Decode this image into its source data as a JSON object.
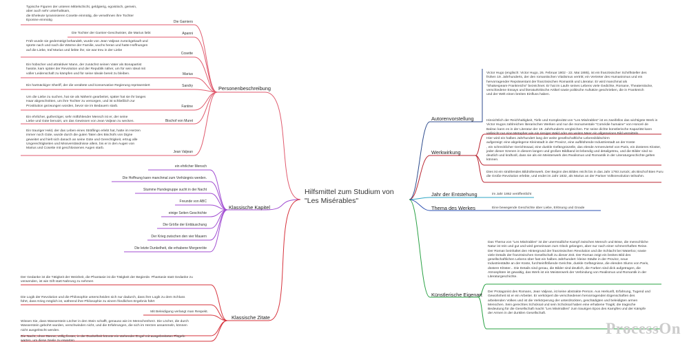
{
  "center": {
    "title_line1": "Hilfsmittel zum Studium von",
    "title_line2": "\"Les Misérables\""
  },
  "colors": {
    "personen": "#e05a6d",
    "kapitel": "#a04bd1",
    "zitate": "#d6303a",
    "autor": "#2c4a8c",
    "wirkung": "#b8232f",
    "jahr": "#2ea6c4",
    "thema": "#2a4fb0",
    "kunst": "#27a042"
  },
  "personen": {
    "label": "Personenbeschreibung",
    "items": [
      {
        "text": "Typische Figuren der unteren Mittelschicht, geldgierig, egoistisch, gemein,\naber auch sehr unterhaltsam,\ndie Eheleute tyrannisieren Cosette einmütig, die verwöhnen ihre Tochter\nEponine einmütig",
        "name": "Die Garniers"
      },
      {
        "text": "Die Tochter der Garnier-Geschwister, die Marius liebt",
        "name": "Apanni"
      },
      {
        "text": "Früh wurde sie gedemütigt behandelt, wurde von Jean Valjean zurückgekauft und\nspürte nach und nach die Wärme der Familie, wuchs heran und hatte Hoffnungen\nauf die Liebe, traf Marius und liebte ihn; sie war treu in der Liebe",
        "name": "Cosette"
      },
      {
        "text": "Ein hübscher und attraktiver Mann, der zunächst seinen Vater als Bonapartist\nhasste, kam später der Revolution und der Republik näher, um für sein Ideal mit\nvoller Leidenschaft zu kämpfen und für seine Ideale bereit zu bleiben.",
        "name": "Marius"
      },
      {
        "text": "Ein hartnäckiger Sheriff, der die veraltete und konservative Regierung repräsentiert",
        "name": "Sandry"
      },
      {
        "text": "Um die Liebe zu suchen, hat sie als Näherin gearbeitet, später hat sie ihr langes\nHaar abgeschnitten, um ihre Tochter zu versorgen, und ist schließlich zur\nProstitution gezwungen worden, bevor sie im Bedauern starb.",
        "name": "Fantine"
      },
      {
        "text": "Ein ehrlicher, gutherziger, sehr mitfühlender Mensch ist er, der seine\nLiebe und Güte benutzt, um das Gewissen von Jean Valjean zu wecken.",
        "name": "Bischof von Muret"
      },
      {
        "text": "Ein trauriger Held, der das Leben eines Sträflings erlebt hat, hatte im Herzen\nimmer noch Güte, wurde durch die guten Taten des Bischofs von Digne\ngeweitet und hielt sich danach an seine Güte und Gerechtigkeit, ertrug alle\nUngerechtigkeiten und Missverständnisse allein, bis er in den Augen von\nMarius und Cosette mit geschlossenen Augen starb.",
        "name": "Jean Valjean"
      }
    ]
  },
  "kapitel": {
    "label": "Klassische Kapitel",
    "items": [
      "ein ehrlicher Mensch",
      "Die Hoffnung kann manchmal zum Verhängnis werden.",
      "Stumme Hundegruppe sucht in der Nacht",
      "Freunde von ABC",
      "einige Seiten Geschichte",
      "Die Größe der Enttäuschung",
      "Der Krieg zwischen den vier Mauern",
      "Die letzte Dunkelheit, die erhabene Morgenröte"
    ]
  },
  "zitate": {
    "label": "Klassische Zitate",
    "items": [
      "Der Gedanke ist die Tätigkeit der Weisheit, die Phantasie ist die Tätigkeit der Begierde. Phantasie statt Gedanke zu\nverwenden, ist wie Gift statt Nahrung zu nehmen",
      "Die Logik der Revolution und die Philosophie unterscheiden sich nur dadurch, dass ihre Logik zu dem Schluss\nführt, dass Krieg möglich ist, während ihre Philosophie zu einem friedlichen Ergebnis führt",
      "Mit Beleidigung verlangt man Respekt.",
      "Wissen Sie, dass Wasserstein Löcher in den Stein schafft, genauso wie im Menschenherz. Die Löcher, die durch\nWasserstein gebohrt wurden, verschwinden nicht, und die Erfahrungen, die sich im Herzen ansammeln, können\nnicht ausgelöscht werden.",
      "Die Nacht, ohne Sterne, völlig finster, in der Dunkelheit könnte ein stehender Engel mit ausgebreiteten Flügeln\nwarten, um diese Seele zu erwarten"
    ]
  },
  "autor": {
    "label": "Autorenvorstellung",
    "text": "Victor Hugo (englisch: Victor Hugo, 26. Februar 1802 - 22. Mai 1885), ist ein französischer Schriftsteller des\nfrühen 19. Jahrhunderts, der den romantischen Vitalismus vertritt; ein Vertreter des Humanismus und ein\nhervorragender Repräsentant der französischen Romantik und Literatur. Er wird manchmal als\n\"Shakespeare Frankreichs\" bezeichnet. Er hat im Laufe seines Lebens viele Gedichte, Romane, Theaterstücke,\nverschiedene Essays und literaturkritische Artikel sowie politische Aufsätze geschrieben, die in Frankreich\nund der Welt einen breiten Einfluss haben."
  },
  "wirkung": {
    "label": "Werkwirkung",
    "items": [
      "Hinsichtlich der Reichhaltigkeit, Tiefe und Komplexität von \"Les Misérables\" ist es zweifellos das wichtigste Werk in\nVictor Hugos zahlreichen literarischen Werken und nur die monumentale \"Comédie humaine\" von Honoré de\nBalzac kann es in der Literatur der 19. Jahrhunderts vergleichen. Für seine dichte künstlerische Kapazität kann\nvielleicht nur eine Metapher wie ein riesiger Wald oder ein weites Meer ein allgemeines Bild vermitteln.",
      "Hier wird ein halbes Jahrhundert lang der weite gesellschaftliche Lebensbildschirm\n aufgezeigt: eine abgelegene Kleinstadt in der Provinz, eine aufblühende Industriestadt an der Küste\n, ein schrecklicher Gerichtssaal, eine dunkle Gefängniszelle, das elende Armenviertel von Paris, ein düsteres Kloster,\n jeder dieser Szenen in diesem langen und großen Bildband ist lebendig und detailgetreu, und die Bilder sind so\ndeutlich und kraftvoll, dass sie als ein Meisterwerk des Realismus und Romantik in der Literaturgeschichte gelten\nkönnen.",
      "Dies ist ein strahlendes Bildrollenwerk. Der Beginn des Bildes reicht bis in das Jahr 1793 zurück; als Bischof Bien Furu\ndie Große Revolution erlebte, und endet im Jahr 1832, als Marius an der Pariser Volksrevolution teilnahm."
    ]
  },
  "jahr": {
    "label": "Jahr der Entstehung",
    "text": "im Jahr 1862 veröffentlicht"
  },
  "thema": {
    "label": "Thema des Werkes",
    "text": "Eine bewegende Geschichte über Liebe, Erlösung und Gnade"
  },
  "kunst": {
    "label": "Künstlerische Eigenart",
    "items": [
      "Das Thema von \"Les Misérables\" ist der unermüdliche Kampf zwischen Mensch und Böse, die menschliche\nNatur ist rein und gut und wird gemeinsam zum Glück gelangen, aber nur nach einer schmerzhaften Reise.\nDer Roman beinhaltet den Hintergrund der französischen Revolution und die Schlacht bei Waterloo; sowie\nviele Details der französischen Gesellschaft zu dieser Zeit. Der Roman zeigt ein breites Bild des\ngesellschaftlichen Lebens über fast ein halbes Jahrhundert: kleine Städte in der Provinz, neue\nIndustriestädte an der Küste, furchteinflößende Gerichte, dunkle Gefängnisse, die elenden Slums von Paris,\ndüstere Klöster... Die Details sind genau, die Bilder sind deutlich, die Farben sind dick aufgetragen, die\nAtmosphäre ist gewaltig, das Werk ist ein Meisterwerk der Verbindung von Realismus und Romantik in der\nLiteraturgeschichte.",
      "Der Protagonist des Romans, Jean Valjean, ist keine abstrakte Person. Aus Herkunft, Erfahrung, Tugend und\nGewohnheit ist er ein Arbeiter. Er verkörpert die verschiedenen hervorragenden Eigenschaften des\narbeitenden Volkes und ist die Verkörperung der unterdrückten, geschädigten und beleidigten armen\nMenschen. Sein gerechtes Schicksal und sein Schicksal haben eine erhabene Tragik; die tragische\nBedeutung für die Gesellschaft macht \"Les Misérables\" zum traurigen Epos des Kampfes und der Kämpfe\nder Armen in der dunklen Gesellschaft."
    ]
  },
  "watermark": "ProcessOn"
}
